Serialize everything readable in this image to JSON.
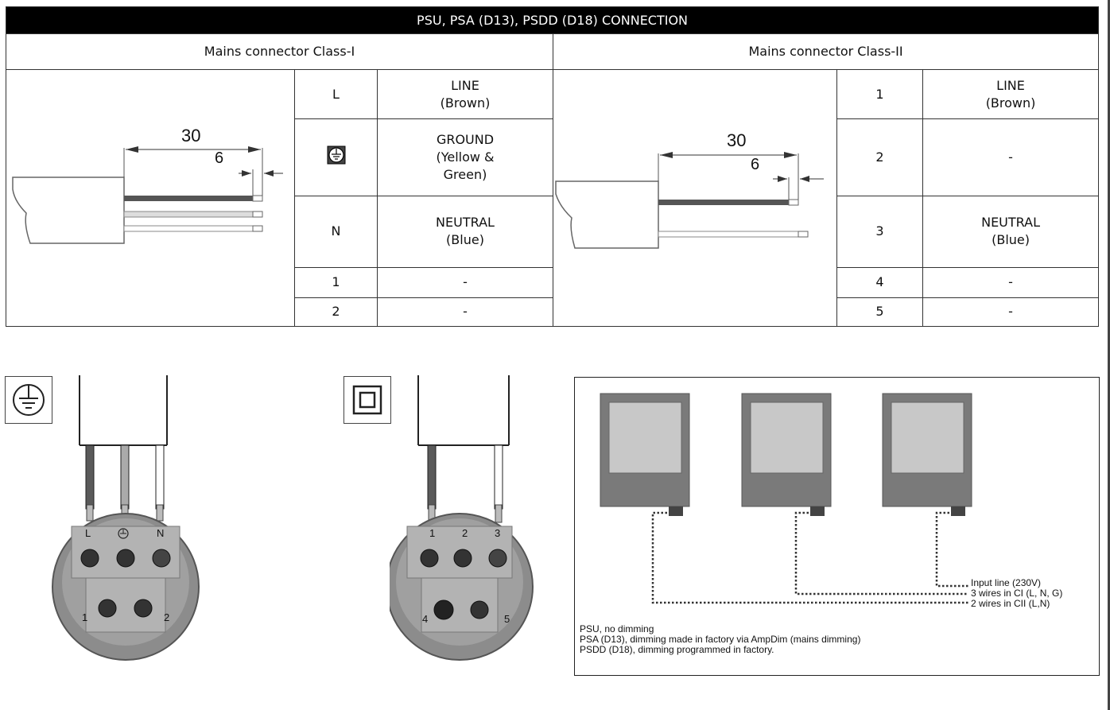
{
  "title": "PSU, PSA (D13), PSDD (D18) CONNECTION",
  "class1": {
    "header": "Mains connector Class-I",
    "dim_long": "30",
    "dim_short": "6",
    "rows": [
      {
        "pin": "L",
        "desc": "LINE\n(Brown)"
      },
      {
        "pin_icon": "ground-symbol-icon",
        "desc": "GROUND\n(Yellow &\nGreen)"
      },
      {
        "pin": "N",
        "desc": "NEUTRAL\n(Blue)"
      },
      {
        "pin": "1",
        "desc": "-"
      },
      {
        "pin": "2",
        "desc": "-"
      }
    ],
    "connector_labels": {
      "l": "L",
      "n": "N",
      "p1": "1",
      "p2": "2"
    }
  },
  "class2": {
    "header": "Mains connector  Class-II",
    "dim_long": "30",
    "dim_short": "6",
    "rows": [
      {
        "pin": "1",
        "desc": "LINE\n(Brown)"
      },
      {
        "pin": "2",
        "desc": "-"
      },
      {
        "pin": "3",
        "desc": "NEUTRAL\n(Blue)"
      },
      {
        "pin": "4",
        "desc": "-"
      },
      {
        "pin": "5",
        "desc": "-"
      }
    ],
    "connector_labels": {
      "p1": "1",
      "p2": "2",
      "p3": "3",
      "p4": "4",
      "p5": "5"
    }
  },
  "icons": {
    "class1": "ground-symbol-icon",
    "class2": "double-insulation-icon"
  },
  "wiring": {
    "labels": [
      "Input line (230V)",
      "3 wires in CI  (L, N, G)",
      "2 wires in CII (L,N)"
    ],
    "notes": [
      "PSU, no dimming",
      "PSA (D13), dimming made in factory via AmpDim (mains dimming)",
      "PSDD (D18), dimming programmed in factory."
    ]
  },
  "colors": {
    "header_bg": "#000000",
    "luminaire_body": "#7a7a7a",
    "luminaire_lens": "#c8c8c8",
    "connector": "#9e9e9e"
  }
}
